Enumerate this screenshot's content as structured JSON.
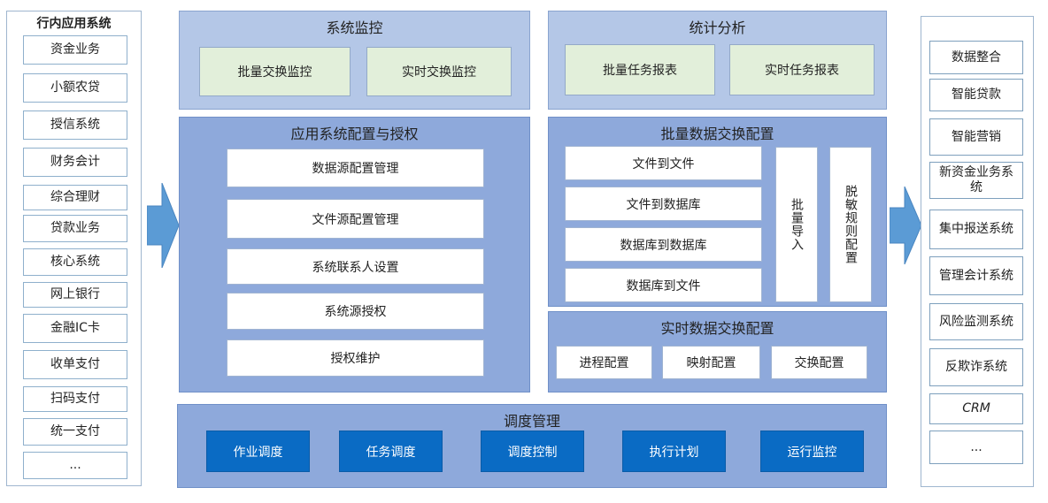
{
  "left_panel": {
    "title": "行内应用系统",
    "items": [
      "资金业务",
      "小额农贷",
      "授信系统",
      "财务会计",
      "综合理财",
      "贷款业务",
      "核心系统",
      "网上银行",
      "金融IC卡",
      "收单支付",
      "扫码支付",
      "统一支付",
      "..."
    ]
  },
  "monitoring": {
    "title": "系统监控",
    "items": [
      "批量交换监控",
      "实时交换监控"
    ]
  },
  "statistics": {
    "title": "统计分析",
    "items": [
      "批量任务报表",
      "实时任务报表"
    ]
  },
  "app_config": {
    "title": "应用系统配置与授权",
    "items": [
      "数据源配置管理",
      "文件源配置管理",
      "系统联系人设置",
      "系统源授权",
      "授权维护"
    ]
  },
  "batch_config": {
    "title": "批量数据交换配置",
    "items": [
      "文件到文件",
      "文件到数据库",
      "数据库到数据库",
      "数据库到文件"
    ],
    "vertical_items": [
      "批量导入",
      "脱敏规则配置"
    ]
  },
  "realtime_config": {
    "title": "实时数据交换配置",
    "items": [
      "进程配置",
      "映射配置",
      "交换配置"
    ]
  },
  "scheduling": {
    "title": "调度管理",
    "items": [
      "作业调度",
      "任务调度",
      "调度控制",
      "执行计划",
      "运行监控"
    ]
  },
  "right_panel": {
    "items": [
      "数据整合",
      "智能贷款",
      "智能营销",
      "新资金业务系统",
      "集中报送系统",
      "管理会计系统",
      "风险监测系统",
      "反欺诈系统",
      "CRM",
      "..."
    ]
  },
  "colors": {
    "light_panel": "#b4c7e7",
    "mid_panel": "#8ea9db",
    "green_box": "#e2efda",
    "blue_box": "#0a6bc4",
    "arrow": "#5b9bd5"
  },
  "icons": {
    "left_arrow": "right-arrow-icon",
    "right_arrow": "right-arrow-icon"
  }
}
